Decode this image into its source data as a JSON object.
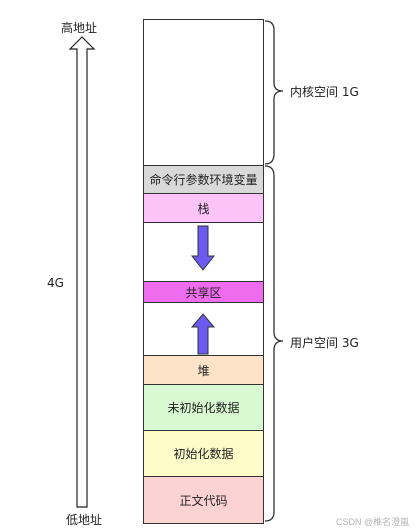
{
  "address_axis": {
    "top_label": "高地址",
    "bottom_label": "低地址",
    "middle_label": "4G"
  },
  "segments": [
    {
      "label": "",
      "color": "#ffffff"
    },
    {
      "label": "命令行参数环境变量",
      "color": "#d9d9d9"
    },
    {
      "label": "栈",
      "color": "#fbc3f7"
    },
    {
      "label": "",
      "color": "#ffffff"
    },
    {
      "label": "共享区",
      "color": "#ef6cef"
    },
    {
      "label": "",
      "color": "#ffffff"
    },
    {
      "label": "堆",
      "color": "#fde4c9"
    },
    {
      "label": "未初始化数据",
      "color": "#d8f9d1"
    },
    {
      "label": "初始化数据",
      "color": "#fefcc8"
    },
    {
      "label": "正文代码",
      "color": "#fcd3d3"
    }
  ],
  "braces": {
    "kernel_label": "内核空间 1G",
    "user_label": "用户空间 3G"
  },
  "arrow_color": "#6b5bf0",
  "watermark": "CSDN @椎名澄嵐"
}
